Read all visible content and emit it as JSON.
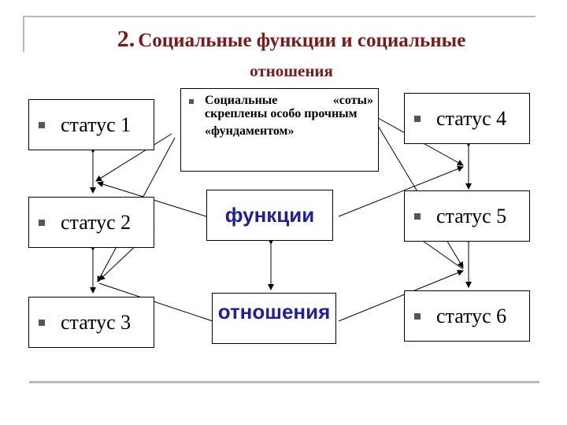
{
  "title": {
    "number": "2.",
    "line1": "Социальные функции и социальные",
    "line2": "отношения"
  },
  "statuses": [
    {
      "label": "статус 1"
    },
    {
      "label": "статус 2"
    },
    {
      "label": "статус 3"
    },
    {
      "label": "статус 4"
    },
    {
      "label": "статус 5"
    },
    {
      "label": "статус 6"
    }
  ],
  "center": {
    "description_main": "Социальные «соты» скреплены особо прочным",
    "description_last": "«фундаментом»",
    "functions": "функции",
    "relations": "отношения"
  },
  "colors": {
    "title": "#7a1a1a",
    "center_text": "#1e1e9e",
    "frame": "#b8b8b8"
  },
  "icons": {
    "bullet": "square-bullet-icon"
  }
}
